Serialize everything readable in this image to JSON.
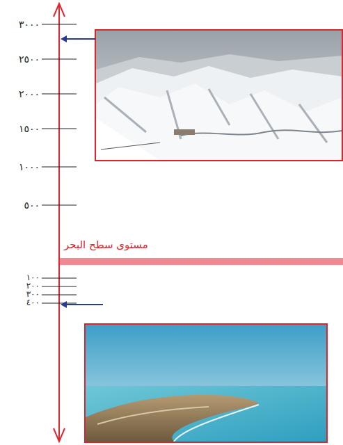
{
  "diagram": {
    "labels": [
      "٣٠٠٠",
      "٢٥٠٠",
      "٢٠٠٠",
      "١٥٠٠",
      "١٠٠٠",
      "٥٠٠",
      "مستوى سطح البحر",
      "١٠٠",
      "٢٠٠",
      "٣٠٠",
      "٤٠٠"
    ]
  }
}
